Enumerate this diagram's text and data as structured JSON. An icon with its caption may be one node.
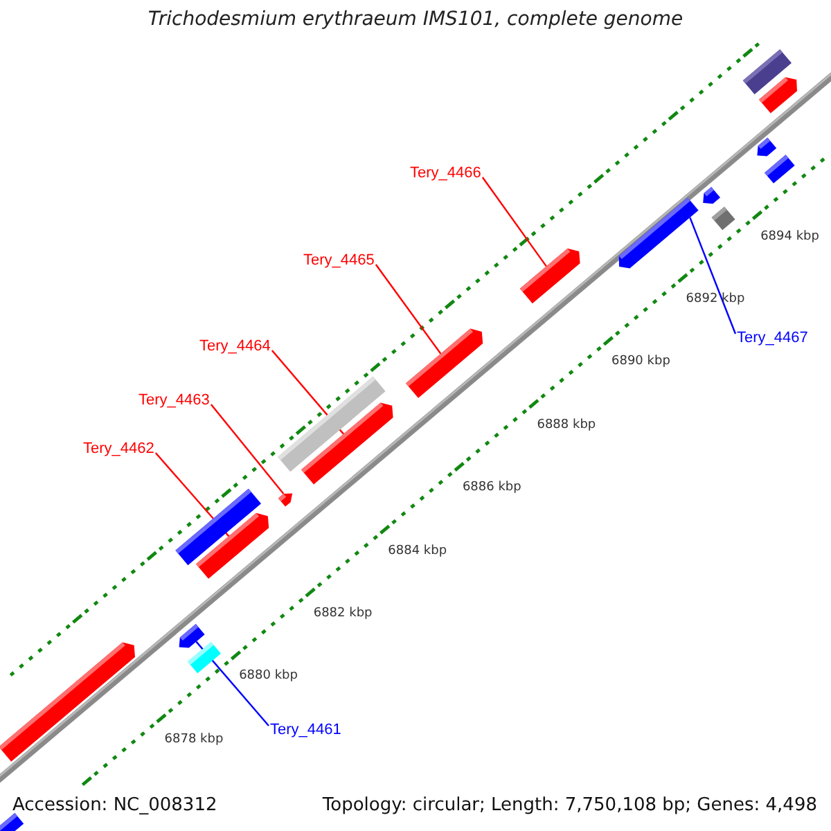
{
  "diagram": {
    "title": "Trichodesmium erythraeum IMS101, complete genome",
    "nodes": [
      {
        "text": [
          "Tery_4466"
        ]
      },
      {
        "text": [
          "Tery_4465"
        ]
      },
      {
        "text": [
          "Tery_4467"
        ]
      },
      {
        "text": [
          "Tery_4464"
        ]
      },
      {
        "text": [
          "Tery_4463"
        ]
      },
      {
        "text": [
          "Tery_4462"
        ]
      },
      {
        "text": [
          "Tery_4461"
        ]
      },
      {
        "text": [],
        "shape": "bar"
      },
      {
        "text": [],
        "shape": "bar"
      },
      {
        "text": [],
        "shape": "bar"
      },
      {
        "text": [],
        "shape": "bar"
      },
      {
        "text": [],
        "shape": "bar"
      },
      {
        "text": [],
        "shape": "bar"
      },
      {
        "text": [],
        "shape": "bar"
      }
    ],
    "edges": [
      {
        "from": 0,
        "to": 12,
        "arrow": "none"
      },
      {
        "from": 1,
        "to": 11,
        "arrow": "none"
      },
      {
        "from": 2,
        "to": 13,
        "arrow": "none",
        "color": "#0000ff"
      },
      {
        "from": 3,
        "to": 10,
        "arrow": "none"
      },
      {
        "from": 4,
        "to": 9,
        "arrow": "none"
      },
      {
        "from": 5,
        "to": 8,
        "arrow": "none"
      },
      {
        "from": 6,
        "to": 7,
        "arrow": "none",
        "color": "#0000ff"
      }
    ],
    "labels": [
      "6878 kbp",
      "6880 kbp",
      "6882 kbp",
      "6884 kbp",
      "6886 kbp",
      "6888 kbp",
      "6890 kbp",
      "6892 kbp",
      "6894 kbp",
      "Accession: NC_008312",
      "Topology: circular; Length: 7,750,108 bp; Genes: 4,498"
    ]
  }
}
